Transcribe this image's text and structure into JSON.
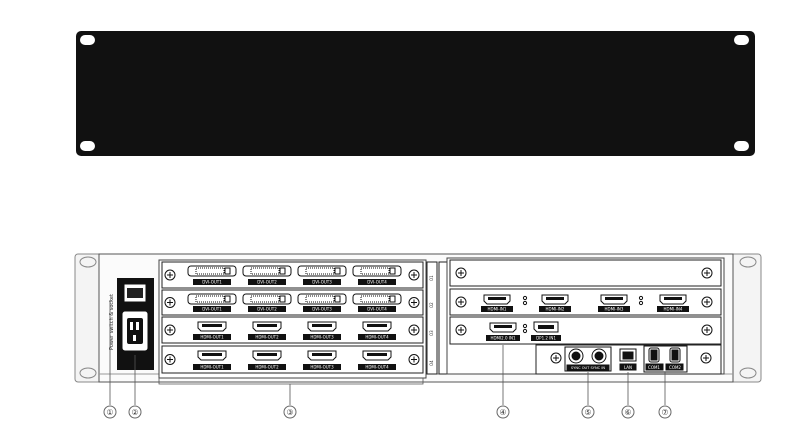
{
  "diagram": {
    "front_panel": {
      "color": "#111111"
    },
    "rear_panel": {
      "power_switch_label": "Power switch & socket",
      "dvi_card_top": [
        "DVI-OUT1",
        "DVI-OUT2",
        "DVI-OUT3",
        "DVI-OUT4"
      ],
      "dvi_card_second": [
        "DVI-OUT1",
        "DVI-OUT2",
        "DVI-OUT3",
        "DVI-OUT4"
      ],
      "hdmi_card_third": [
        "HDMI-OUT1",
        "HDMI-OUT2",
        "HDMI-OUT3",
        "HDMI-OUT4"
      ],
      "hdmi_card_fourth": [
        "HDMI-OUT1",
        "HDMI-OUT2",
        "HDMI-OUT3",
        "HDMI-OUT4"
      ],
      "slot_tags": [
        "O1",
        "O2",
        "O3",
        "O4"
      ],
      "hdmi_input_card": [
        "HDMI-IN1",
        "HDMI-IN2",
        "HDMI-IN3",
        "HDMI-IN4"
      ],
      "mixed_input_card": [
        "HDMI2.0 IN1",
        "DP1.2 IN1"
      ],
      "sync_label": "SYNC OUT SYNC IN",
      "lan_label": "LAN",
      "com_labels": [
        "COM1",
        "COM2"
      ],
      "callouts": [
        "①",
        "②",
        "③",
        "④",
        "⑤",
        "⑥",
        "⑦"
      ]
    }
  }
}
